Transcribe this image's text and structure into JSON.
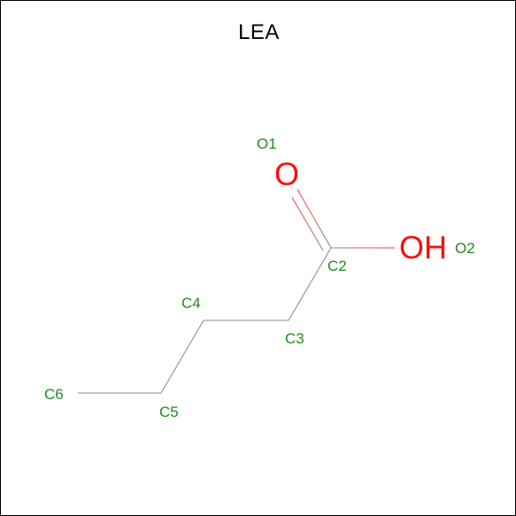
{
  "title": "LEA",
  "colors": {
    "bond": "#a0a0a0",
    "oxygen": "#ff0d0d",
    "atom_index": "#1f8a1f",
    "title": "#000000",
    "border": "#000000"
  },
  "atoms": [
    {
      "id": "C2",
      "label": "C2"
    },
    {
      "id": "C3",
      "label": "C3"
    },
    {
      "id": "C4",
      "label": "C4"
    },
    {
      "id": "C5",
      "label": "C5"
    },
    {
      "id": "C6",
      "label": "C6"
    },
    {
      "id": "O1",
      "label": "O1",
      "element": "O"
    },
    {
      "id": "O2",
      "label": "O2",
      "element": "OH"
    }
  ],
  "bonds": [
    {
      "from": "C6",
      "to": "C5",
      "order": 1
    },
    {
      "from": "C5",
      "to": "C4",
      "order": 1
    },
    {
      "from": "C4",
      "to": "C3",
      "order": 1
    },
    {
      "from": "C3",
      "to": "C2",
      "order": 1
    },
    {
      "from": "C2",
      "to": "O1",
      "order": 2
    },
    {
      "from": "C2",
      "to": "O2",
      "order": 1
    }
  ]
}
